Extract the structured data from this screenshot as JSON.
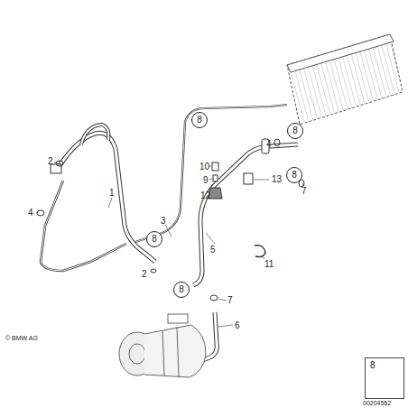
{
  "diagram": {
    "nodes": [
      {
        "text": [
          "8"
        ]
      },
      {
        "text": [
          "8"
        ]
      },
      {
        "text": [
          "8"
        ]
      },
      {
        "text": [
          "8"
        ]
      },
      {
        "text": [
          "8"
        ]
      },
      {
        "text": [
          "8"
        ]
      }
    ],
    "labels": [
      "1",
      "2",
      "2",
      "3",
      "4",
      "4",
      "10",
      "9",
      "13",
      "12",
      "5",
      "11",
      "7",
      "7",
      "6",
      "© BMW AG",
      "00204552"
    ]
  }
}
